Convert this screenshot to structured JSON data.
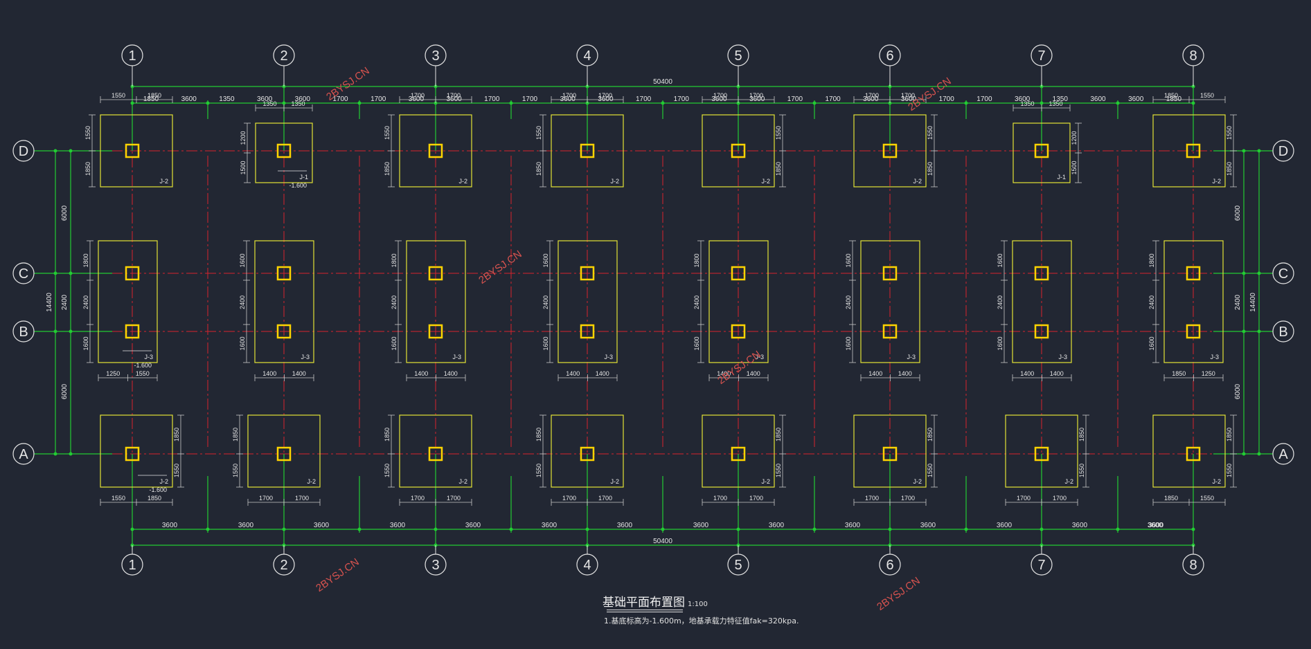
{
  "drawing": {
    "title": "基础平面布置图",
    "scale": "1:100",
    "note": "1.基底标高为-1.600m，地基承载力特征值fak=320kpa."
  },
  "grid": {
    "columns": [
      "1",
      "2",
      "3",
      "4",
      "5",
      "6",
      "7",
      "8"
    ],
    "rows": [
      "D",
      "C",
      "B",
      "A"
    ]
  },
  "dimensions": {
    "overall_x": "50400",
    "bay": "3600",
    "overall_y": "14400",
    "span_outer": "6000",
    "span_mid": "2400"
  },
  "top_footings": [
    {
      "label": "J-2",
      "w": [
        "1550",
        "1850"
      ],
      "h": [
        "1550",
        "1850"
      ]
    },
    {
      "label": "J-1",
      "w": [
        "1350",
        "1350"
      ],
      "h": [
        "1200",
        "1500"
      ],
      "elev": "-1.600"
    },
    {
      "label": "J-2",
      "w": [
        "1700",
        "1700"
      ],
      "h": [
        "1550",
        "1850"
      ]
    },
    {
      "label": "J-2",
      "w": [
        "1700",
        "1700"
      ],
      "h": [
        "1550",
        "1850"
      ]
    },
    {
      "label": "J-2",
      "w": [
        "1700",
        "1700"
      ],
      "h": [
        "1550",
        "1850"
      ]
    },
    {
      "label": "J-2",
      "w": [
        "1700",
        "1700"
      ],
      "h": [
        "1550",
        "1850"
      ]
    },
    {
      "label": "J-1",
      "w": [
        "1350",
        "1350"
      ],
      "h": [
        "1200",
        "1500"
      ]
    },
    {
      "label": "J-2",
      "w": [
        "1850",
        "1550"
      ],
      "h": [
        "1550",
        "1850"
      ]
    }
  ],
  "mid_footings": [
    {
      "label": "J-3",
      "w": [
        "1250",
        "1550"
      ],
      "h": [
        "1800",
        "2400",
        "1600"
      ],
      "elev": "-1.600"
    },
    {
      "label": "J-3",
      "w": [
        "1400",
        "1400"
      ],
      "h": [
        "1600",
        "2400",
        "1600"
      ]
    },
    {
      "label": "J-3",
      "w": [
        "1400",
        "1400"
      ],
      "h": [
        "1800",
        "2400",
        "1600"
      ]
    },
    {
      "label": "J-3",
      "w": [
        "1400",
        "1400"
      ],
      "h": [
        "1600",
        "2400",
        "1600"
      ]
    },
    {
      "label": "J-3",
      "w": [
        "1400",
        "1400"
      ],
      "h": [
        "1800",
        "2400",
        "1600"
      ]
    },
    {
      "label": "J-3",
      "w": [
        "1400",
        "1400"
      ],
      "h": [
        "1600",
        "2400",
        "1600"
      ]
    },
    {
      "label": "J-3",
      "w": [
        "1400",
        "1400"
      ],
      "h": [
        "1600",
        "2400",
        "1600"
      ]
    },
    {
      "label": "J-3",
      "w": [
        "1850",
        "1250"
      ],
      "h": [
        "1800",
        "2400",
        "1600"
      ]
    }
  ],
  "bottom_footings": [
    {
      "label": "J-2",
      "w": [
        "1550",
        "1850"
      ],
      "h": [
        "1850",
        "1550"
      ],
      "elev": "-1.600"
    },
    {
      "label": "J-2",
      "w": [
        "1700",
        "1700"
      ],
      "h": [
        "1850",
        "1550"
      ]
    },
    {
      "label": "J-2",
      "w": [
        "1700",
        "1700"
      ],
      "h": [
        "1850",
        "1550"
      ]
    },
    {
      "label": "J-2",
      "w": [
        "1700",
        "1700"
      ],
      "h": [
        "1850",
        "1550"
      ]
    },
    {
      "label": "J-2",
      "w": [
        "1700",
        "1700"
      ],
      "h": [
        "1850",
        "1550"
      ]
    },
    {
      "label": "J-2",
      "w": [
        "1700",
        "1700"
      ],
      "h": [
        "1850",
        "1550"
      ]
    },
    {
      "label": "J-2",
      "w": [
        "1700",
        "1700"
      ],
      "h": [
        "1850",
        "1550"
      ]
    },
    {
      "label": "J-2",
      "w": [
        "1850",
        "1550"
      ],
      "h": [
        "1850",
        "1550"
      ]
    }
  ],
  "top_chain_labels": [
    "1850",
    "3600",
    "1350",
    "3600",
    "3600",
    "1700",
    "1700",
    "3600",
    "3600",
    "1700",
    "1700",
    "3600",
    "3600",
    "1700",
    "1700",
    "3600",
    "3600",
    "1700",
    "1700",
    "3600",
    "3600",
    "1700",
    "1700",
    "3600",
    "1350",
    "3600",
    "3600",
    "1850"
  ],
  "watermark": "2BYSJ.CN",
  "colors": {
    "background": "#222733",
    "axis": "#d8232c",
    "footing": "#e3e336",
    "column": "#ffd400",
    "dim_green": "#22cc33",
    "dim_grey": "#c8c8c8",
    "text": "#e6e6e6",
    "watermark": "#d9534f"
  }
}
